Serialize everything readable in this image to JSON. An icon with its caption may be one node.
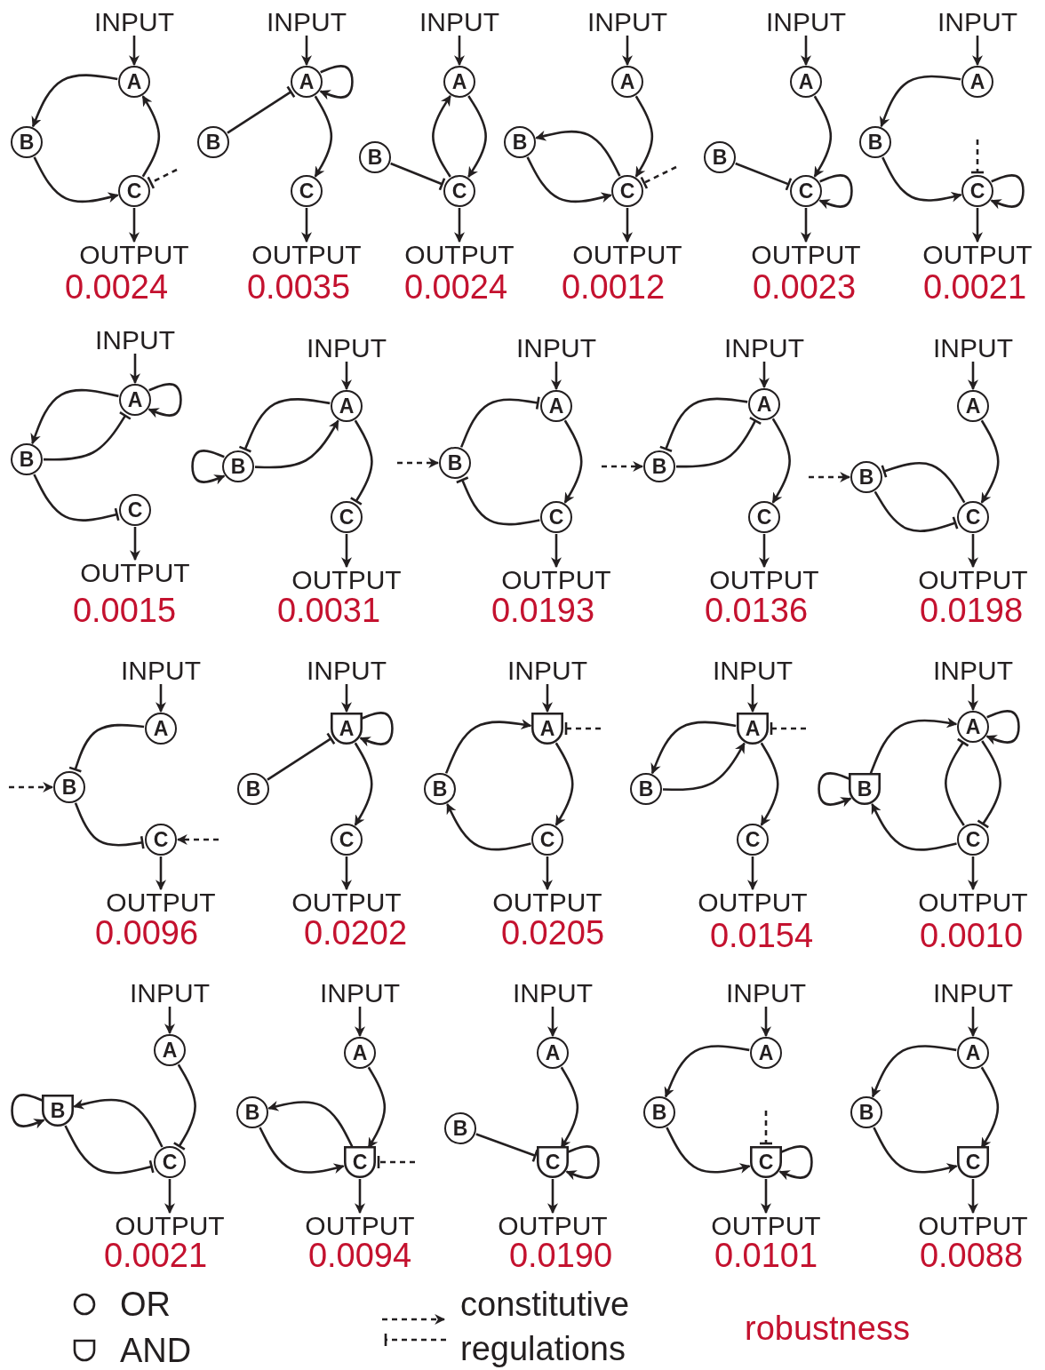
{
  "diagram": {
    "nodes": [
      {
        "text": [
          "INPUT"
        ]
      },
      {
        "text": [
          "A"
        ]
      },
      {
        "text": [
          "B"
        ]
      },
      {
        "text": [
          "C"
        ]
      },
      {
        "text": [
          "OUTPUT"
        ]
      },
      {
        "text": [
          "INPUT"
        ]
      },
      {
        "text": [
          "A"
        ]
      },
      {
        "text": [
          "B"
        ]
      },
      {
        "text": [
          "C"
        ]
      },
      {
        "text": [
          "OUTPUT"
        ]
      },
      {
        "text": [
          "INPUT"
        ]
      },
      {
        "text": [
          "A"
        ]
      },
      {
        "text": [
          "B"
        ]
      },
      {
        "text": [
          "C"
        ]
      },
      {
        "text": [
          "OUTPUT"
        ]
      },
      {
        "text": [
          "INPUT"
        ]
      },
      {
        "text": [
          "A"
        ]
      },
      {
        "text": [
          "B"
        ]
      },
      {
        "text": [
          "C"
        ]
      },
      {
        "text": [
          "OUTPUT"
        ]
      },
      {
        "text": [
          "INPUT"
        ]
      },
      {
        "text": [
          "A"
        ]
      },
      {
        "text": [
          "B"
        ]
      },
      {
        "text": [
          "C"
        ]
      },
      {
        "text": [
          "OUTPUT"
        ]
      },
      {
        "text": [
          "INPUT"
        ]
      },
      {
        "text": [
          "A"
        ]
      },
      {
        "text": [
          "B"
        ]
      },
      {
        "text": [
          "C"
        ]
      },
      {
        "text": [
          "OUTPUT"
        ]
      },
      {
        "text": [
          "INPUT"
        ]
      },
      {
        "text": [
          "A"
        ]
      },
      {
        "text": [
          "B"
        ]
      },
      {
        "text": [
          "C"
        ]
      },
      {
        "text": [
          "OUTPUT"
        ]
      },
      {
        "text": [
          "INPUT"
        ]
      },
      {
        "text": [
          "A"
        ]
      },
      {
        "text": [
          "B"
        ]
      },
      {
        "text": [
          "C"
        ]
      },
      {
        "text": [
          "OUTPUT"
        ]
      },
      {
        "text": [
          "INPUT"
        ]
      },
      {
        "text": [
          "A"
        ]
      },
      {
        "text": [
          "B"
        ]
      },
      {
        "text": [
          "C"
        ]
      },
      {
        "text": [
          "OUTPUT"
        ]
      },
      {
        "text": [
          "INPUT"
        ]
      },
      {
        "text": [
          "A"
        ]
      },
      {
        "text": [
          "B"
        ]
      },
      {
        "text": [
          "C"
        ]
      },
      {
        "text": [
          "OUTPUT"
        ]
      },
      {
        "text": [
          "INPUT"
        ]
      },
      {
        "text": [
          "A"
        ]
      },
      {
        "text": [
          "B"
        ]
      },
      {
        "text": [
          "C"
        ]
      },
      {
        "text": [
          "OUTPUT"
        ]
      },
      {
        "text": [
          "INPUT"
        ]
      },
      {
        "text": [
          "A"
        ]
      },
      {
        "text": [
          "B"
        ]
      },
      {
        "text": [
          "C"
        ]
      },
      {
        "text": [
          "OUTPUT"
        ]
      },
      {
        "text": [
          "INPUT"
        ]
      },
      {
        "text": [
          "A"
        ]
      },
      {
        "text": [
          "B"
        ]
      },
      {
        "text": [
          "C"
        ]
      },
      {
        "text": [
          "OUTPUT"
        ]
      },
      {
        "text": [
          "INPUT"
        ]
      },
      {
        "text": [
          "A"
        ]
      },
      {
        "text": [
          "B"
        ]
      },
      {
        "text": [
          "C"
        ]
      },
      {
        "text": [
          "OUTPUT"
        ]
      },
      {
        "text": [
          "INPUT"
        ]
      },
      {
        "text": [
          "A"
        ]
      },
      {
        "text": [
          "B"
        ]
      },
      {
        "text": [
          "C"
        ]
      },
      {
        "text": [
          "OUTPUT"
        ]
      },
      {
        "text": [
          "INPUT"
        ]
      },
      {
        "text": [
          "A"
        ]
      },
      {
        "text": [
          "B"
        ]
      },
      {
        "text": [
          "C"
        ]
      },
      {
        "text": [
          "OUTPUT"
        ]
      },
      {
        "text": [
          "INPUT"
        ]
      },
      {
        "text": [
          "A"
        ]
      },
      {
        "text": [
          "B"
        ]
      },
      {
        "text": [
          "C"
        ]
      },
      {
        "text": [
          "OUTPUT"
        ]
      },
      {
        "text": [
          "INPUT"
        ]
      },
      {
        "text": [
          "A"
        ]
      },
      {
        "text": [
          "B"
        ]
      },
      {
        "text": [
          "C"
        ]
      },
      {
        "text": [
          "OUTPUT"
        ]
      },
      {
        "text": [
          "INPUT"
        ]
      },
      {
        "text": [
          "A"
        ]
      },
      {
        "text": [
          "B"
        ]
      },
      {
        "text": [
          "C"
        ]
      },
      {
        "text": [
          "OUTPUT"
        ]
      },
      {
        "text": [
          "INPUT"
        ]
      },
      {
        "text": [
          "A"
        ]
      },
      {
        "text": [
          "B"
        ]
      },
      {
        "text": [
          "C"
        ]
      },
      {
        "text": [
          "OUTPUT"
        ]
      },
      {
        "text": [
          "INPUT"
        ]
      },
      {
        "text": [
          "A"
        ]
      },
      {
        "text": [
          "B"
        ]
      },
      {
        "text": [
          "C"
        ]
      },
      {
        "text": [
          "OUTPUT"
        ]
      }
    ],
    "edges": [
      {
        "from": 0,
        "to": 1,
        "arrow": "to"
      },
      {
        "from": 1,
        "to": 2,
        "arrow": "to"
      },
      {
        "from": 2,
        "to": 3,
        "arrow": "to"
      },
      {
        "from": 3,
        "to": 1,
        "arrow": "to"
      },
      {
        "from": null,
        "to": 3,
        "arrow": "other",
        "style": "dashed"
      },
      {
        "from": 3,
        "to": 4,
        "arrow": "to"
      },
      {
        "from": 5,
        "to": 6,
        "arrow": "to"
      },
      {
        "from": 7,
        "to": 6,
        "arrow": "other"
      },
      {
        "from": 6,
        "to": 6,
        "arrow": "to"
      },
      {
        "from": 6,
        "to": 8,
        "arrow": "to"
      },
      {
        "from": 8,
        "to": 9,
        "arrow": "to"
      },
      {
        "from": 10,
        "to": 11,
        "arrow": "to"
      },
      {
        "from": 13,
        "to": 11,
        "arrow": "to"
      },
      {
        "from": 11,
        "to": 13,
        "arrow": "to"
      },
      {
        "from": 12,
        "to": 13,
        "arrow": "other"
      },
      {
        "from": 13,
        "to": 14,
        "arrow": "to"
      },
      {
        "from": 15,
        "to": 16,
        "arrow": "to"
      },
      {
        "from": 16,
        "to": 18,
        "arrow": "to"
      },
      {
        "from": 18,
        "to": 17,
        "arrow": "to"
      },
      {
        "from": 17,
        "to": 18,
        "arrow": "to"
      },
      {
        "from": null,
        "to": 18,
        "arrow": "other",
        "style": "dashed"
      },
      {
        "from": 18,
        "to": 19,
        "arrow": "to"
      },
      {
        "from": 20,
        "to": 21,
        "arrow": "to"
      },
      {
        "from": 21,
        "to": 23,
        "arrow": "to"
      },
      {
        "from": 22,
        "to": 23,
        "arrow": "other"
      },
      {
        "from": 23,
        "to": 23,
        "arrow": "to"
      },
      {
        "from": 23,
        "to": 24,
        "arrow": "to"
      },
      {
        "from": 25,
        "to": 26,
        "arrow": "to"
      },
      {
        "from": 26,
        "to": 27,
        "arrow": "to"
      },
      {
        "from": 27,
        "to": 28,
        "arrow": "to"
      },
      {
        "from": null,
        "to": 28,
        "arrow": "other",
        "style": "dashed"
      },
      {
        "from": 28,
        "to": 28,
        "arrow": "to"
      },
      {
        "from": 28,
        "to": 29,
        "arrow": "to"
      },
      {
        "from": 30,
        "to": 31,
        "arrow": "to"
      },
      {
        "from": 31,
        "to": 32,
        "arrow": "to"
      },
      {
        "from": 32,
        "to": 31,
        "arrow": "other"
      },
      {
        "from": 31,
        "to": 31,
        "arrow": "to"
      },
      {
        "from": 32,
        "to": 33,
        "arrow": "other"
      },
      {
        "from": 33,
        "to": 34,
        "arrow": "to"
      },
      {
        "from": 35,
        "to": 36,
        "arrow": "to"
      },
      {
        "from": 37,
        "to": 36,
        "arrow": "to"
      },
      {
        "from": 36,
        "to": 37,
        "arrow": "other"
      },
      {
        "from": 37,
        "to": 37,
        "arrow": "to"
      },
      {
        "from": 36,
        "to": 38,
        "arrow": "other"
      },
      {
        "from": 38,
        "to": 39,
        "arrow": "to"
      },
      {
        "from": 40,
        "to": 41,
        "arrow": "to"
      },
      {
        "from": null,
        "to": 42,
        "arrow": "to",
        "style": "dashed"
      },
      {
        "from": 42,
        "to": 41,
        "arrow": "other"
      },
      {
        "from": 41,
        "to": 43,
        "arrow": "to"
      },
      {
        "from": 43,
        "to": 42,
        "arrow": "other"
      },
      {
        "from": 43,
        "to": 44,
        "arrow": "to"
      },
      {
        "from": 45,
        "to": 46,
        "arrow": "to"
      },
      {
        "from": null,
        "to": 47,
        "arrow": "to",
        "style": "dashed"
      },
      {
        "from": 46,
        "to": 47,
        "arrow": "other"
      },
      {
        "from": 47,
        "to": 46,
        "arrow": "other"
      },
      {
        "from": 46,
        "to": 48,
        "arrow": "to"
      },
      {
        "from": 48,
        "to": 49,
        "arrow": "to"
      },
      {
        "from": 50,
        "to": 51,
        "arrow": "to"
      },
      {
        "from": null,
        "to": 52,
        "arrow": "to",
        "style": "dashed"
      },
      {
        "from": 51,
        "to": 53,
        "arrow": "to"
      },
      {
        "from": 53,
        "to": 52,
        "arrow": "other"
      },
      {
        "from": 52,
        "to": 53,
        "arrow": "other"
      },
      {
        "from": 53,
        "to": 54,
        "arrow": "to"
      },
      {
        "from": 55,
        "to": 56,
        "arrow": "to"
      },
      {
        "from": 56,
        "to": 57,
        "arrow": "other"
      },
      {
        "from": null,
        "to": 57,
        "arrow": "to",
        "style": "dashed"
      },
      {
        "from": 57,
        "to": 58,
        "arrow": "other"
      },
      {
        "from": null,
        "to": 58,
        "arrow": "to",
        "style": "dashed"
      },
      {
        "from": 58,
        "to": 59,
        "arrow": "to"
      },
      {
        "from": 60,
        "to": 61,
        "arrow": "to"
      },
      {
        "from": 62,
        "to": 61,
        "arrow": "other"
      },
      {
        "from": 61,
        "to": 61,
        "arrow": "to"
      },
      {
        "from": 61,
        "to": 63,
        "arrow": "to"
      },
      {
        "from": 63,
        "to": 64,
        "arrow": "to"
      },
      {
        "from": 65,
        "to": 66,
        "arrow": "to"
      },
      {
        "from": 67,
        "to": 66,
        "arrow": "to"
      },
      {
        "from": null,
        "to": 66,
        "arrow": "other",
        "style": "dashed"
      },
      {
        "from": 66,
        "to": 68,
        "arrow": "to"
      },
      {
        "from": 68,
        "to": 67,
        "arrow": "to"
      },
      {
        "from": 68,
        "to": 69,
        "arrow": "to"
      },
      {
        "from": 70,
        "to": 71,
        "arrow": "to"
      },
      {
        "from": 71,
        "to": 72,
        "arrow": "to"
      },
      {
        "from": 72,
        "to": 71,
        "arrow": "to"
      },
      {
        "from": null,
        "to": 71,
        "arrow": "other",
        "style": "dashed"
      },
      {
        "from": 71,
        "to": 73,
        "arrow": "to"
      },
      {
        "from": 73,
        "to": 74,
        "arrow": "to"
      },
      {
        "from": 75,
        "to": 76,
        "arrow": "to"
      },
      {
        "from": 77,
        "to": 76,
        "arrow": "to"
      },
      {
        "from": 76,
        "to": 76,
        "arrow": "to"
      },
      {
        "from": 78,
        "to": 76,
        "arrow": "other"
      },
      {
        "from": 76,
        "to": 78,
        "arrow": "other"
      },
      {
        "from": 77,
        "to": 77,
        "arrow": "to"
      },
      {
        "from": 78,
        "to": 77,
        "arrow": "to"
      },
      {
        "from": 78,
        "to": 79,
        "arrow": "to"
      },
      {
        "from": 80,
        "to": 81,
        "arrow": "to"
      },
      {
        "from": 81,
        "to": 83,
        "arrow": "other"
      },
      {
        "from": 83,
        "to": 82,
        "arrow": "to"
      },
      {
        "from": 82,
        "to": 83,
        "arrow": "other"
      },
      {
        "from": 82,
        "to": 82,
        "arrow": "to"
      },
      {
        "from": 83,
        "to": 84,
        "arrow": "to"
      },
      {
        "from": 85,
        "to": 86,
        "arrow": "to"
      },
      {
        "from": 86,
        "to": 88,
        "arrow": "to"
      },
      {
        "from": 88,
        "to": 87,
        "arrow": "to"
      },
      {
        "from": 87,
        "to": 88,
        "arrow": "to"
      },
      {
        "from": null,
        "to": 88,
        "arrow": "other",
        "style": "dashed"
      },
      {
        "from": 88,
        "to": 89,
        "arrow": "to"
      },
      {
        "from": 90,
        "to": 91,
        "arrow": "to"
      },
      {
        "from": 91,
        "to": 93,
        "arrow": "to"
      },
      {
        "from": 92,
        "to": 93,
        "arrow": "other"
      },
      {
        "from": 93,
        "to": 93,
        "arrow": "to"
      },
      {
        "from": 93,
        "to": 94,
        "arrow": "to"
      },
      {
        "from": 95,
        "to": 96,
        "arrow": "to"
      },
      {
        "from": 96,
        "to": 97,
        "arrow": "to"
      },
      {
        "from": 97,
        "to": 98,
        "arrow": "to"
      },
      {
        "from": null,
        "to": 98,
        "arrow": "other",
        "style": "dashed"
      },
      {
        "from": 98,
        "to": 98,
        "arrow": "to"
      },
      {
        "from": 98,
        "to": 99,
        "arrow": "to"
      },
      {
        "from": 100,
        "to": 101,
        "arrow": "to"
      },
      {
        "from": 101,
        "to": 102,
        "arrow": "to"
      },
      {
        "from": 102,
        "to": 103,
        "arrow": "to"
      },
      {
        "from": 101,
        "to": 103,
        "arrow": "to"
      },
      {
        "from": 103,
        "to": 104,
        "arrow": "to"
      }
    ],
    "labels": [
      "0.0024",
      "0.0035",
      "0.0024",
      "0.0012",
      "0.0023",
      "0.0021",
      "0.0015",
      "0.0031",
      "0.0193",
      "0.0136",
      "0.0198",
      "0.0096",
      "0.0202",
      "0.0205",
      "0.0154",
      "0.0010",
      "0.0021",
      "0.0094",
      "0.0190",
      "0.0101",
      "0.0088"
    ],
    "legend": [
      {
        "text": "OR"
      },
      {
        "text": "AND"
      },
      {
        "text": "constitutive regulations"
      },
      {
        "text": "robustness",
        "color": "#c4122f"
      }
    ]
  }
}
